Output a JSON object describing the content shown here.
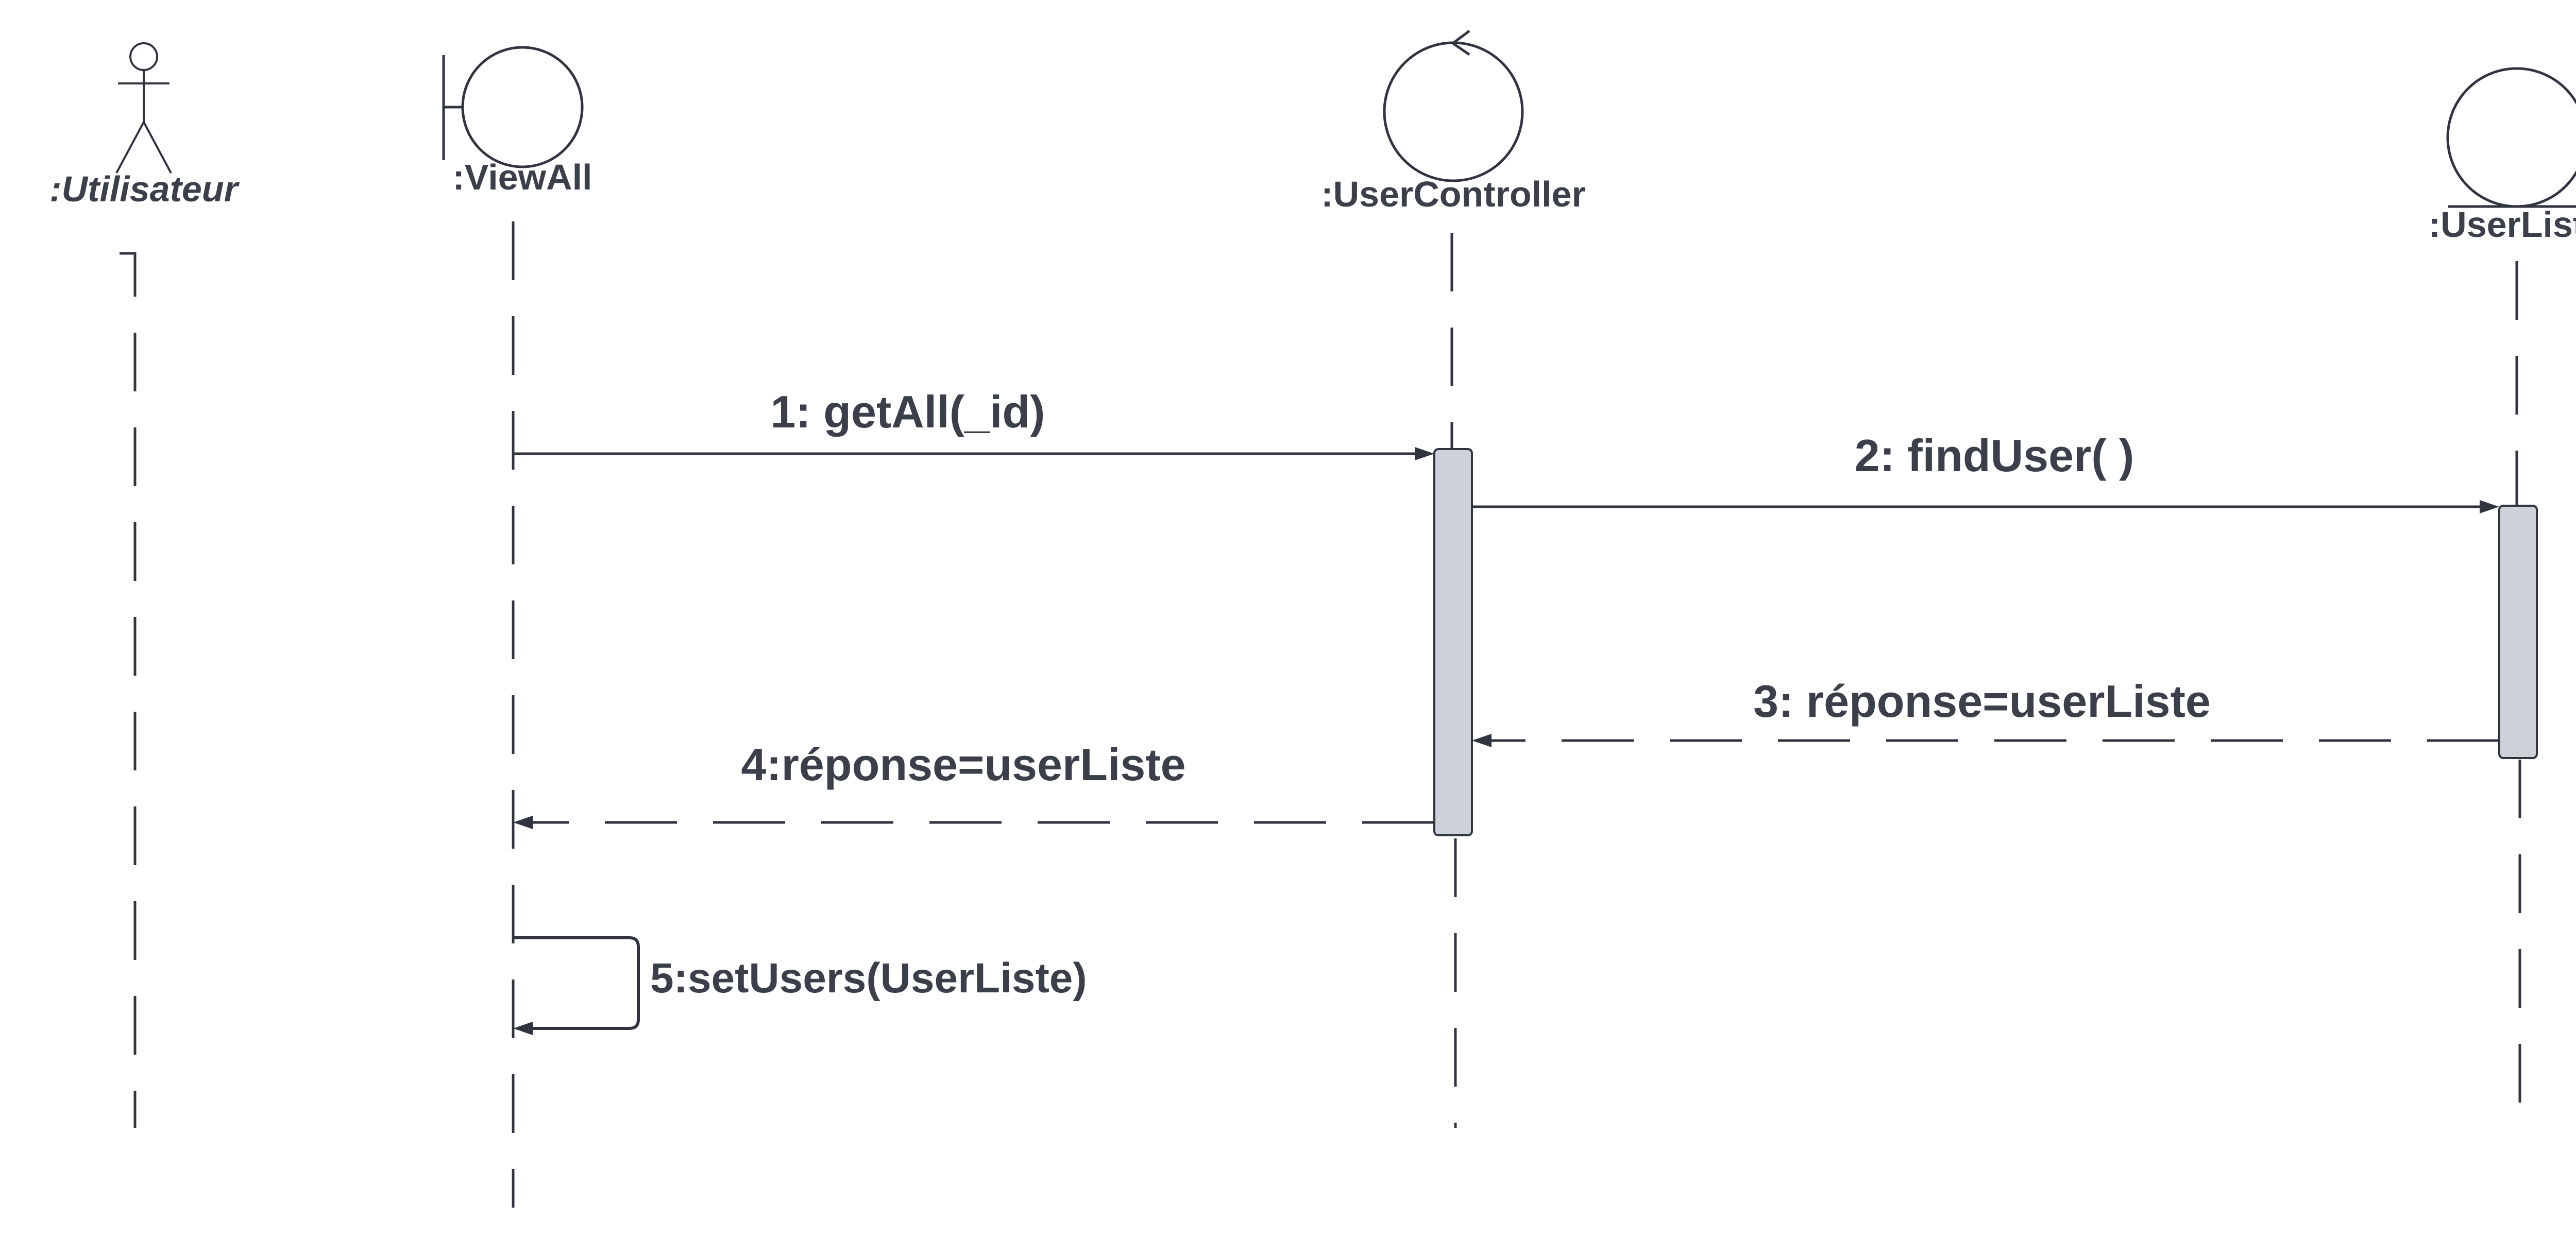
{
  "participants": [
    {
      "kind": "actor",
      "label": ":Utilisateur",
      "icon": "actor-stick-figure-icon"
    },
    {
      "kind": "boundary",
      "label": ":ViewAll",
      "icon": "boundary-icon"
    },
    {
      "kind": "control",
      "label": ":UserController",
      "icon": "control-icon"
    },
    {
      "kind": "entity",
      "label": ":UserListe",
      "icon": "entity-icon"
    }
  ],
  "messages": [
    {
      "label": "1: getAll(_id)",
      "type": "synchronous"
    },
    {
      "label": "2: findUser( )",
      "type": "synchronous"
    },
    {
      "label": "3: réponse=userListe",
      "type": "return"
    },
    {
      "label": "4:réponse=userListe",
      "type": "return"
    },
    {
      "label": "5:setUsers(UserListe)",
      "type": "self-call"
    }
  ],
  "colors": {
    "line": "#2f343f",
    "text": "#3a3f4a",
    "activation_fill": "#cdd2d9",
    "activation_stroke": "#2f343f",
    "background": "#ffffff"
  }
}
